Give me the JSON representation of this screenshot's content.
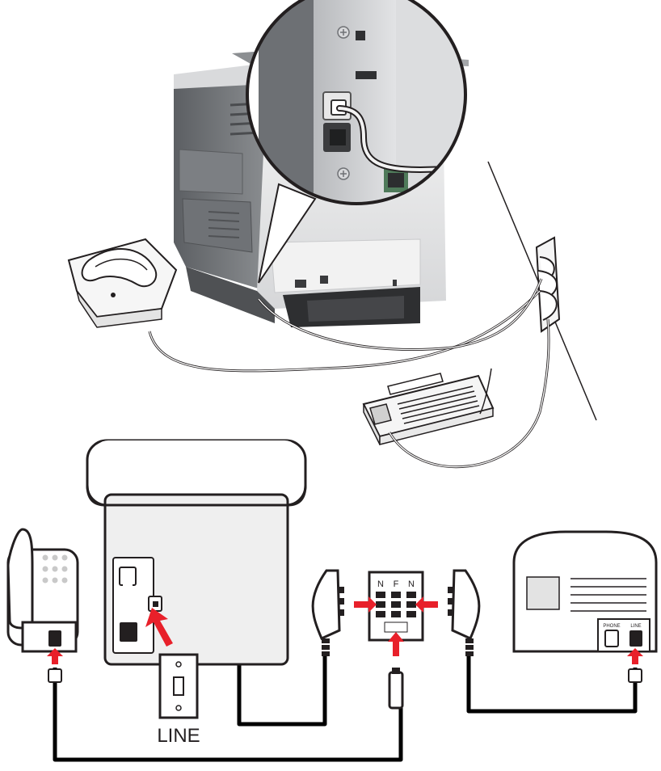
{
  "labels": {
    "wall_jack_line": "LINE",
    "tae_socket_codes": [
      "N",
      "F",
      "N"
    ],
    "answering_machine_port_phone": "PHONE",
    "answering_machine_port_line": "LINE"
  },
  "colors": {
    "printer_dark": "#6b6e72",
    "printer_light": "#e6e7e8",
    "printer_back": "#efefef",
    "arrow_red": "#e8202a",
    "cable": "#000000",
    "outline": "#231f20"
  }
}
